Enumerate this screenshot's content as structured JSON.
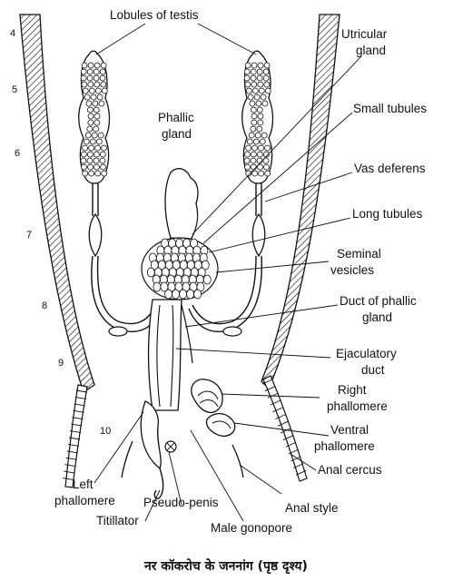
{
  "title": "नर कॉकरोच के जननांग (पृष्ठ दृश्य)",
  "segments": [
    "4",
    "5",
    "6",
    "7",
    "8",
    "9",
    "10"
  ],
  "labels": {
    "lobules_of_testis": "Lobules of testis",
    "utricular_gland": [
      "Utricular",
      "gland"
    ],
    "small_tubules": "Small tubules",
    "phallic_gland": [
      "Phallic",
      "gland"
    ],
    "vas_deferens": "Vas deferens",
    "long_tubules": "Long tubules",
    "seminal_vesicles": [
      "Seminal",
      "vesicles"
    ],
    "duct_of_phallic_gland": [
      "Duct of phallic",
      "gland"
    ],
    "ejaculatory_duct": [
      "Ejaculatory",
      "duct"
    ],
    "right_phallomere": [
      "Right",
      "phallomere"
    ],
    "ventral_phallomere": [
      "Ventral",
      "phallomere"
    ],
    "anal_cercus": "Anal cercus",
    "left_phallomere": [
      "Left",
      "phallomere"
    ],
    "pseudo_penis": "Pseudo-penis",
    "titillator": "Titillator",
    "anal_style": "Anal style",
    "male_gonopore": "Male gonopore"
  }
}
